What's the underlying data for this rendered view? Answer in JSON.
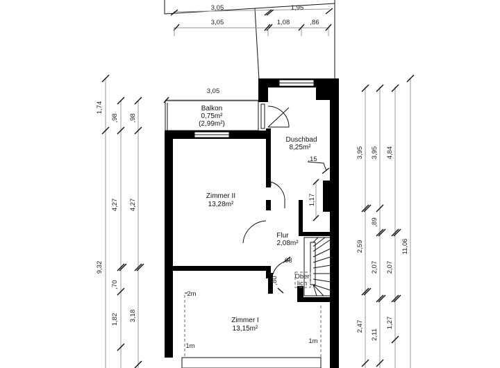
{
  "rooms": {
    "balkon": {
      "name": "Balkon",
      "area": "0,75m²",
      "area_alt": "(2,99m²)"
    },
    "duschbad": {
      "name": "Duschbad",
      "area": "8,25m²"
    },
    "zimmer2": {
      "name": "Zimmer II",
      "area": "13,28m²"
    },
    "flur": {
      "name": "Flur",
      "area": "2,08m²"
    },
    "zimmer1": {
      "name": "Zimmer I",
      "area": "13,15m²"
    }
  },
  "dims_top": {
    "row1": [
      "3,05",
      "1,95"
    ],
    "row2": [
      "3,05",
      "1,08",
      ",86"
    ],
    "balkon_width": "3,05"
  },
  "dims_left": {
    "col1": [
      "1,74",
      "9,32"
    ],
    "col2": [
      ",98",
      "4,27",
      ",70",
      "1,82"
    ],
    "col3": [
      ",98",
      "4,27",
      "3,18"
    ]
  },
  "dims_right": {
    "col1": [
      "3,95",
      "2,59",
      "2,47"
    ],
    "col2": [
      "3,95",
      ",89",
      "2,07",
      "2,11"
    ],
    "col3": [
      "4,84",
      "2,07",
      "1,27"
    ],
    "col4": [
      "11,06"
    ]
  },
  "dims_inner": {
    "bath_offset": ",15",
    "bath_niche": "1,17",
    "door_offset": ",08",
    "door_width": ",80"
  },
  "annotations": {
    "skylight_1": "Ober",
    "skylight_2": "lich",
    "height_2m": "2m",
    "height_1m_left": "1m",
    "height_1m_right": "1m"
  }
}
